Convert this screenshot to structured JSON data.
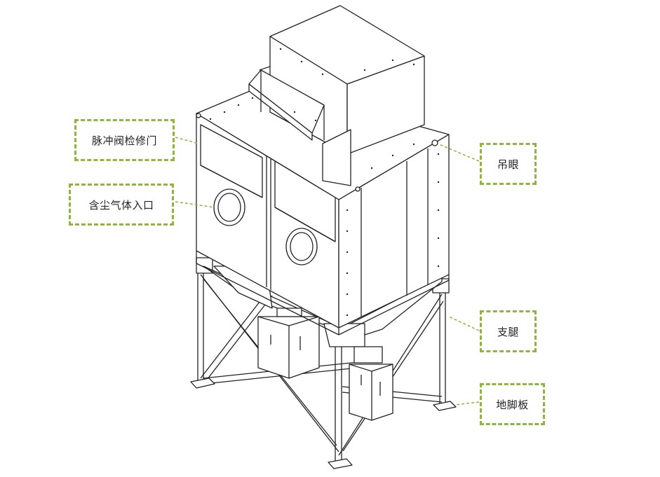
{
  "callouts": {
    "pulse_valve_door": "脉冲阀检修门",
    "dusty_gas_inlet": "含尘气体入口",
    "lifting_eye": "吊眼",
    "support_leg": "支腿",
    "foot_plate": "地脚板"
  },
  "colors": {
    "callout_border": "#8db63f",
    "leader_line": "#8db63f",
    "drawing_line": "#222222"
  },
  "icons": {
    "machine": "dust-collector-isometric-drawing"
  }
}
